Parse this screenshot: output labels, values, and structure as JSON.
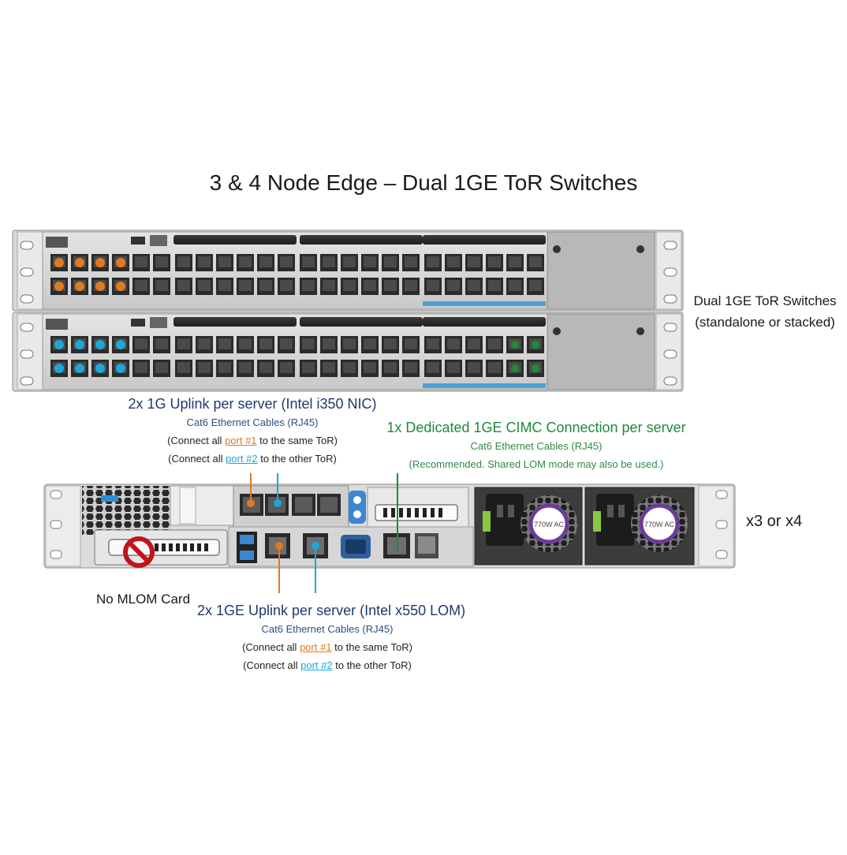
{
  "title": "3 & 4 Node Edge – Dual 1GE ToR Switches",
  "tor_label": {
    "line1": "Dual 1GE ToR Switches",
    "line2": "(standalone or stacked)"
  },
  "nic_callout": {
    "title": "2x 1G Uplink per server (Intel i350 NIC)",
    "cable": "Cat6 Ethernet Cables (RJ45)",
    "line1_pre": "(Connect all ",
    "line1_port": "port #1",
    "line1_post": " to the same ToR)",
    "line2_pre": "(Connect all ",
    "line2_port": "port #2",
    "line2_post": " to the other ToR)"
  },
  "cimc_callout": {
    "title": "1x Dedicated 1GE CIMC Connection per server",
    "cable": "Cat6 Ethernet Cables (RJ45)",
    "note": "(Recommended. Shared LOM mode may also be used.)"
  },
  "lom_callout": {
    "title": "2x 1GE Uplink per server (Intel x550 LOM)",
    "cable": "Cat6 Ethernet Cables (RJ45)",
    "line1_pre": "(Connect all ",
    "line1_port": "port #1",
    "line1_post": " to the same ToR)",
    "line2_pre": "(Connect all ",
    "line2_port": "port #2",
    "line2_post": " to the other ToR)"
  },
  "server_count": "x3 or x4",
  "mlom_label": "No MLOM Card",
  "psu_label": "770W AC",
  "colors": {
    "port1": "#e07a1f",
    "port2": "#1fa6d8",
    "cimc": "#1e8a3a",
    "navy": "#1f3a6d"
  }
}
